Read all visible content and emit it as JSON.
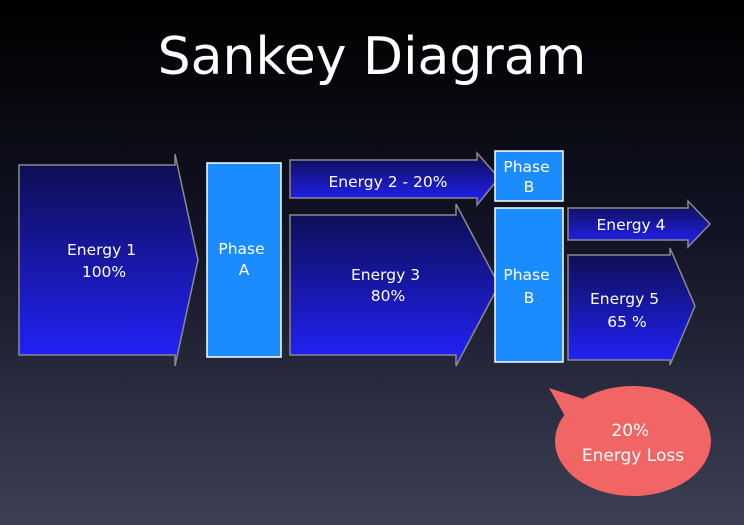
{
  "title": "Sankey Diagram",
  "nodes": {
    "energy1": [
      "Energy 1",
      "100%"
    ],
    "phaseA": [
      "Phase",
      "A"
    ],
    "energy2": [
      "Energy 2 - 20%"
    ],
    "energy3": [
      "Energy 3",
      "80%"
    ],
    "phaseB_top": [
      "Phase",
      "B"
    ],
    "phaseB_main": [
      "Phase",
      "B"
    ],
    "energy4": [
      "Energy 4"
    ],
    "energy5": [
      "Energy 5",
      "65 %"
    ]
  },
  "callout": [
    "20%",
    "Energy Loss"
  ],
  "colors": {
    "arrow_top": "#0d0d4a",
    "arrow_bottom": "#2222ff",
    "phase_box": "#1a8cff",
    "callout": "#f26565"
  }
}
